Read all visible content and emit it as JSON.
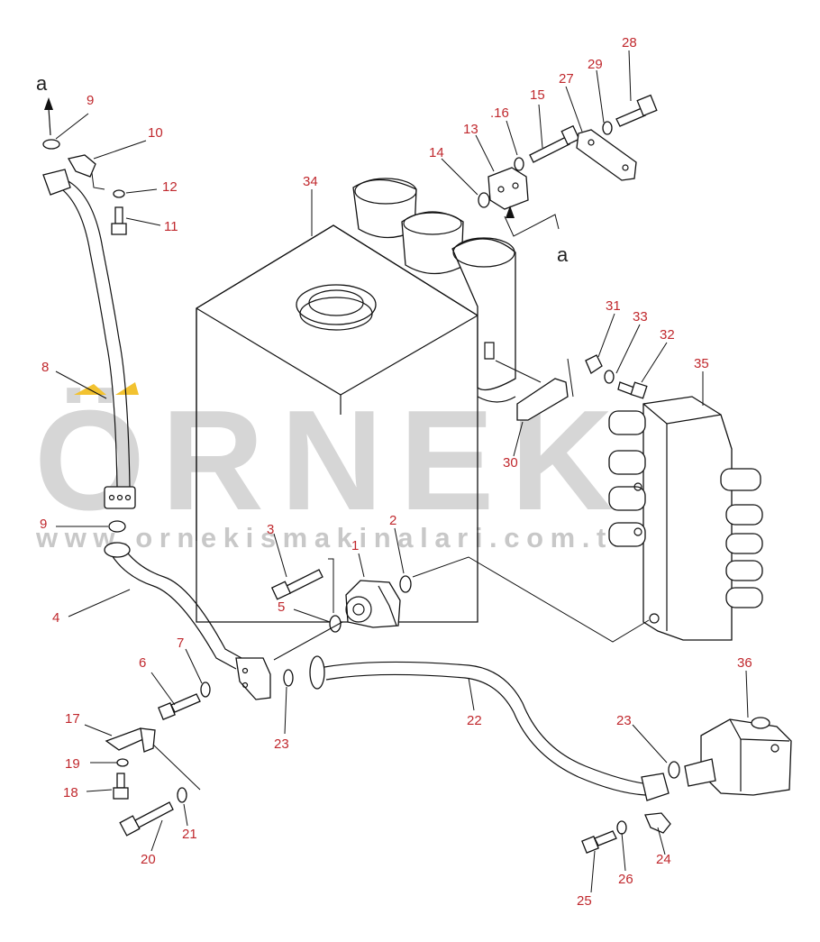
{
  "watermark": {
    "brand": "ÖRNEK",
    "url": "www.ornekismakinalari.com.tr",
    "accent_color": "#f2c230"
  },
  "section_markers": [
    {
      "id": "a-top",
      "text": "a"
    },
    {
      "id": "a-right",
      "text": "a"
    }
  ],
  "callouts": [
    "9",
    "10",
    "12",
    "11",
    "8",
    "9",
    "4",
    "3",
    "5",
    "1",
    "2",
    "6",
    "7",
    "17",
    "19",
    "18",
    "20",
    "21",
    "23",
    "22",
    "34",
    "13",
    "14",
    ".16",
    "15",
    "27",
    "29",
    "28",
    "31",
    "33",
    "32",
    "35",
    "30",
    "36",
    "23",
    "25",
    "26",
    "24"
  ],
  "colors": {
    "label": "#c0282d",
    "line": "#111111",
    "watermark": "#d6d6d6"
  }
}
